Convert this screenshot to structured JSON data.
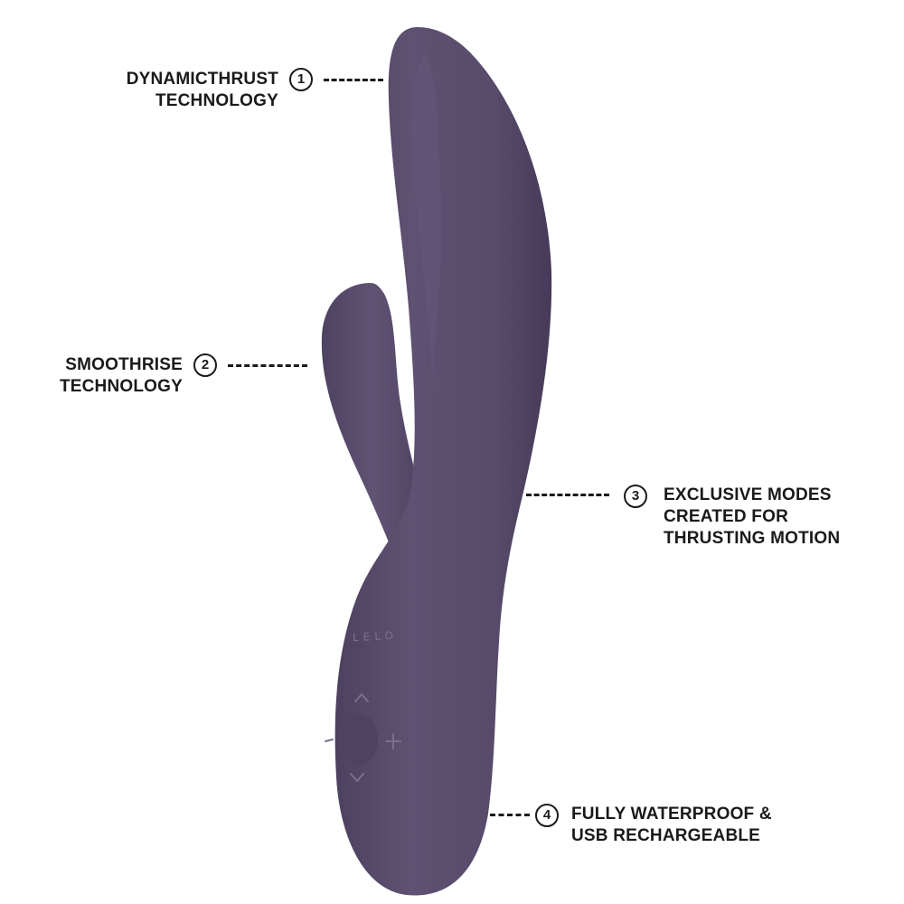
{
  "features": [
    {
      "number": "1",
      "lines": [
        "DYNAMICTHRUST",
        "TECHNOLOGY"
      ]
    },
    {
      "number": "2",
      "lines": [
        "SMOOTHRISE",
        "TECHNOLOGY"
      ]
    },
    {
      "number": "3",
      "lines": [
        "EXCLUSIVE MODES",
        "CREATED FOR",
        "THRUSTING MOTION"
      ]
    },
    {
      "number": "4",
      "lines": [
        "FULLY WATERPROOF &",
        "USB RECHARGEABLE"
      ]
    }
  ],
  "product": {
    "brand_mark": "LELO",
    "color": "#5a4d6c",
    "control_icons": [
      "plus-icon",
      "minus-icon",
      "chevron-up-icon",
      "chevron-down-icon"
    ]
  }
}
